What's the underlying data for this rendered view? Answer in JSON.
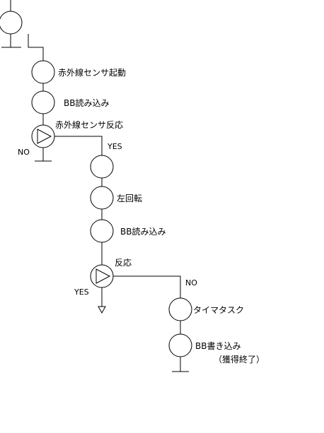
{
  "diagram": {
    "nodes": {
      "ir_sensor_start": "赤外線センサ起動",
      "bb_read_1": "BB読み込み",
      "ir_sensor_response": "赤外線センサ反応",
      "turn_left": "左回転",
      "bb_read_2": "BB読み込み",
      "response": "反応",
      "timer_task": "タイマタスク",
      "bb_write": "BB書き込み",
      "bb_write_note": "（獲得終了）"
    },
    "branch_labels": {
      "decision1_no": "NO",
      "decision1_yes": "YES",
      "decision2_yes": "YES",
      "decision2_no": "NO"
    }
  }
}
